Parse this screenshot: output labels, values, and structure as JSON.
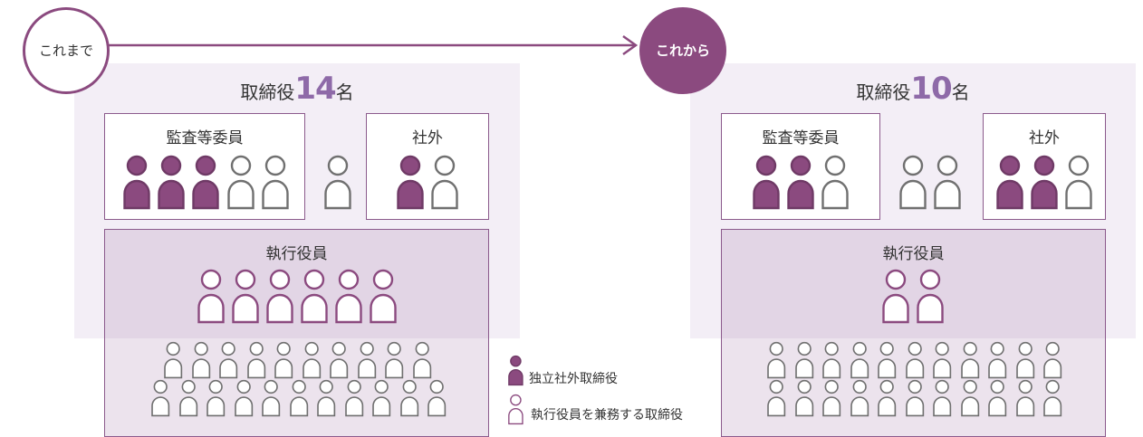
{
  "left": {
    "circle_label": "これまで",
    "board_prefix": "取締役",
    "board_count": "14",
    "board_suffix": "名",
    "audit_box_label": "監査等委員",
    "outside_box_label": "社外",
    "exec_box_label": "執行役員"
  },
  "right": {
    "circle_label": "これから",
    "board_prefix": "取締役",
    "board_count": "10",
    "board_suffix": "名",
    "audit_box_label": "監査等委員",
    "outside_box_label": "社外",
    "exec_box_label": "執行役員"
  },
  "legend": {
    "independent_outside_director": "独立社外取締役",
    "executive_director": "執行役員を兼務する取締役"
  },
  "colors": {
    "accent": "#8b4a7f",
    "panel_bg": "#f3eef6",
    "exec_bg": "#e6dcea",
    "title_number": "#8e6aa8",
    "outline_gray": "#707070"
  }
}
